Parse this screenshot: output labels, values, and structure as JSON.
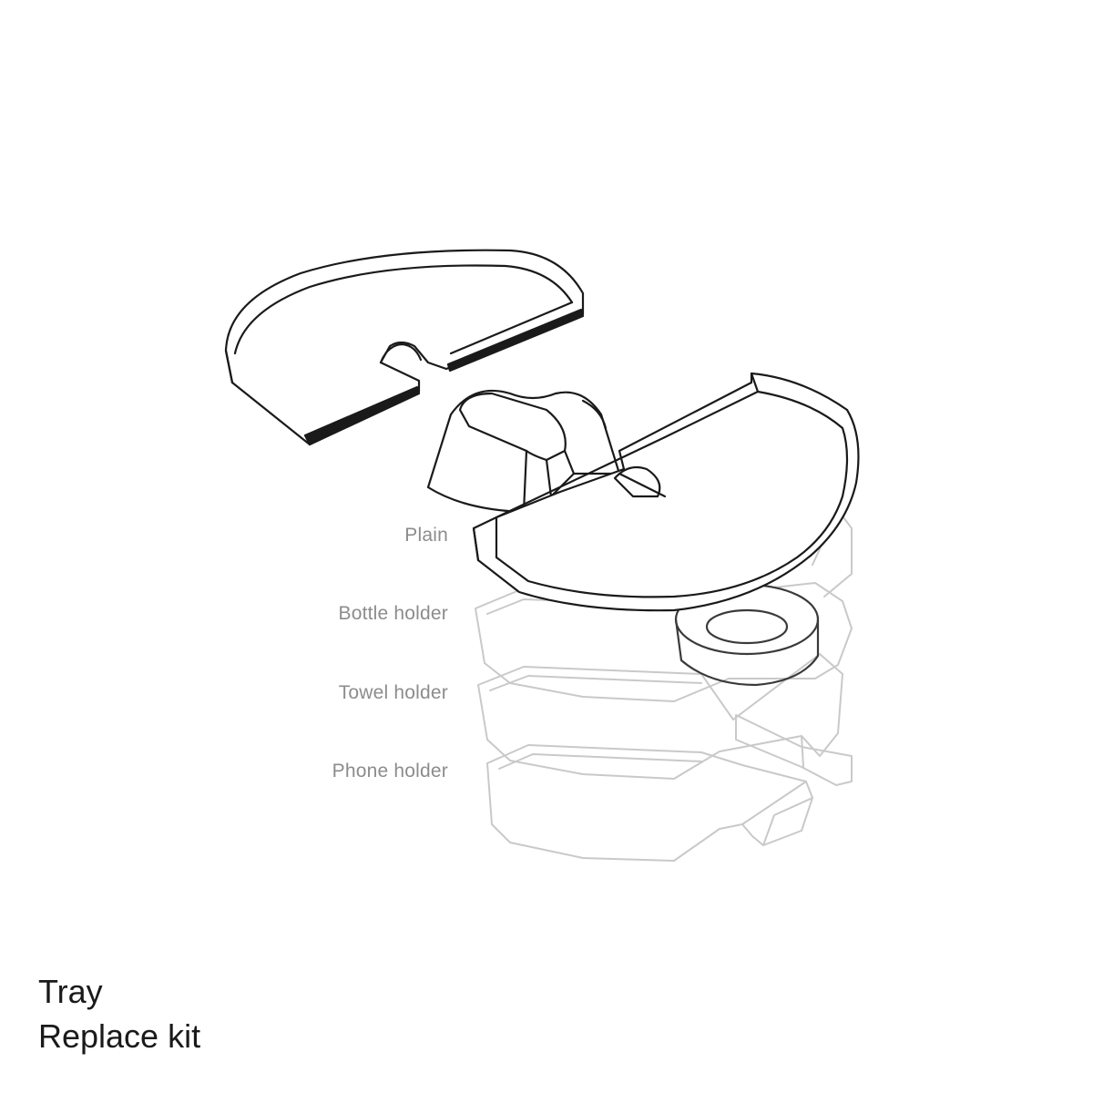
{
  "variants": [
    {
      "label": "Plain"
    },
    {
      "label": "Bottle holder"
    },
    {
      "label": "Towel holder"
    },
    {
      "label": "Phone holder"
    }
  ],
  "caption": {
    "title": "Tray",
    "subtitle": "Replace kit"
  },
  "colors": {
    "active_line": "#1a1a1a",
    "faded_line": "#c9c9c9",
    "label_text": "#8c8c8c",
    "caption_text": "#1a1a1a",
    "background": "#ffffff"
  }
}
